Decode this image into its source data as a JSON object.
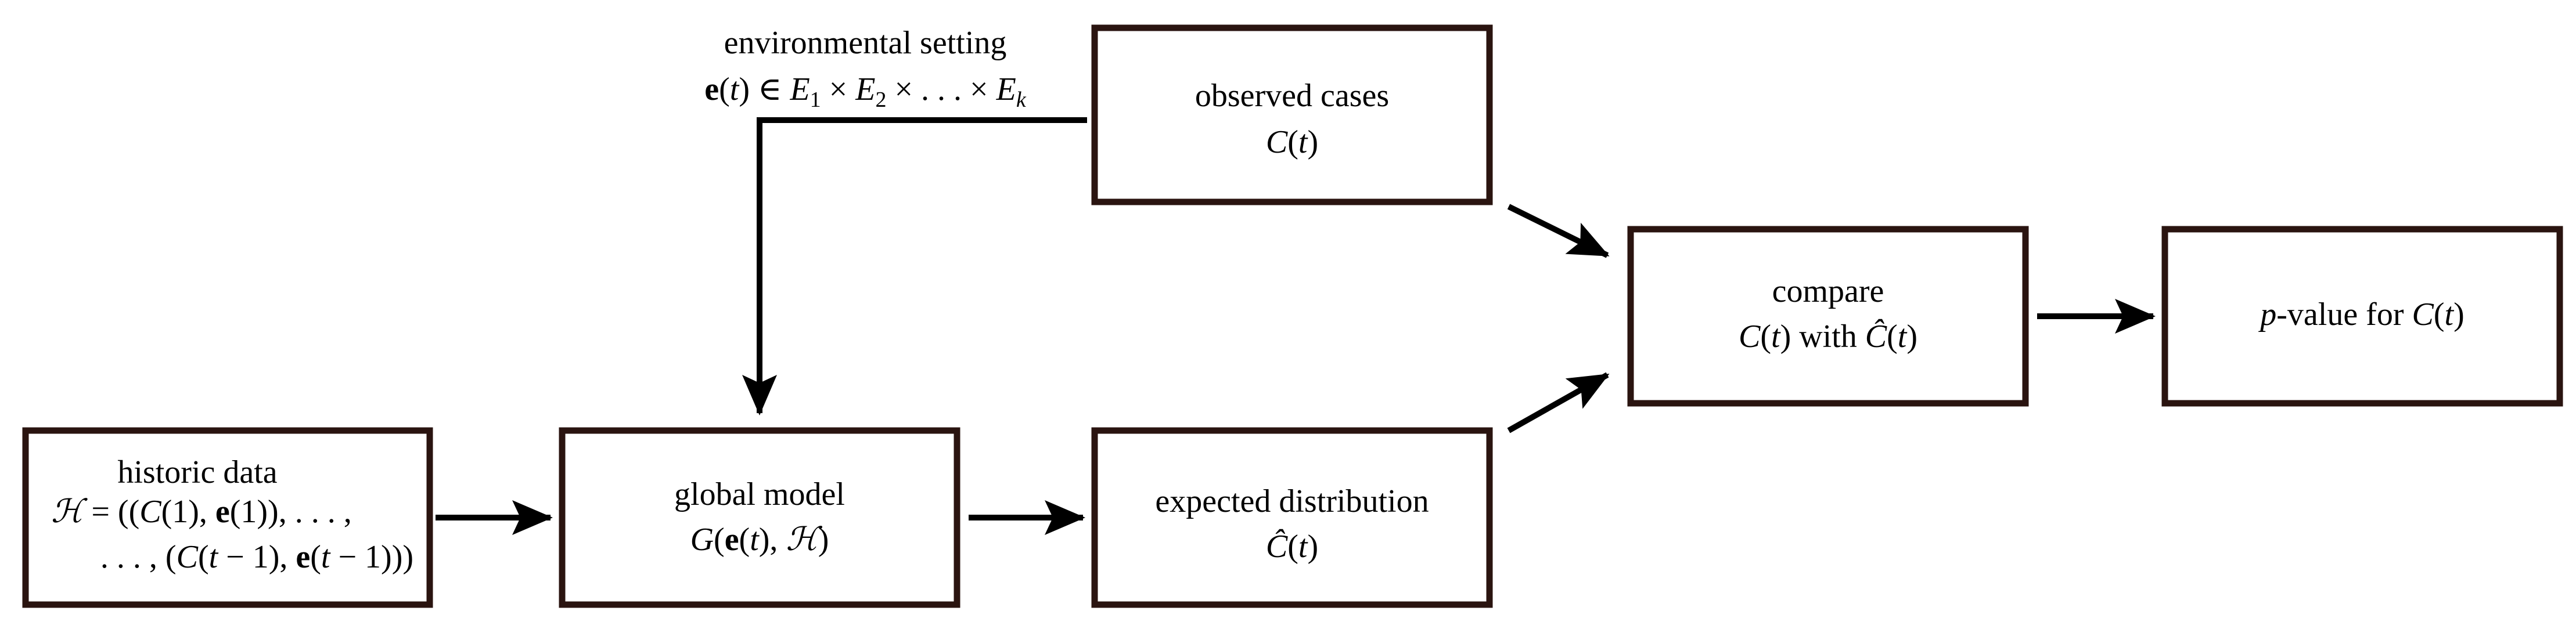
{
  "nodes": {
    "environmental": {
      "title": "environmental setting",
      "formula": "e(t) ∈ E₁ × E₂ × . . . × Eₖ"
    },
    "observed": {
      "title": "observed cases",
      "formula": "C(t)"
    },
    "historic": {
      "title": "historic data",
      "line1": "ℋ = ((C(1), e(1)), . . . ,",
      "line2": ". . . , (C(t − 1), e(t − 1)))"
    },
    "global_model": {
      "title": "global model",
      "formula": "G(e(t), ℋ)"
    },
    "expected": {
      "title": "expected distribution",
      "formula": "Ĉ(t)"
    },
    "compare": {
      "title": "compare",
      "formula": "C(t) with Ĉ(t)"
    },
    "pvalue": {
      "title": "p-value for C(t)"
    }
  },
  "colors": {
    "box_stroke": "#2a1410",
    "arrow": "#000000"
  }
}
